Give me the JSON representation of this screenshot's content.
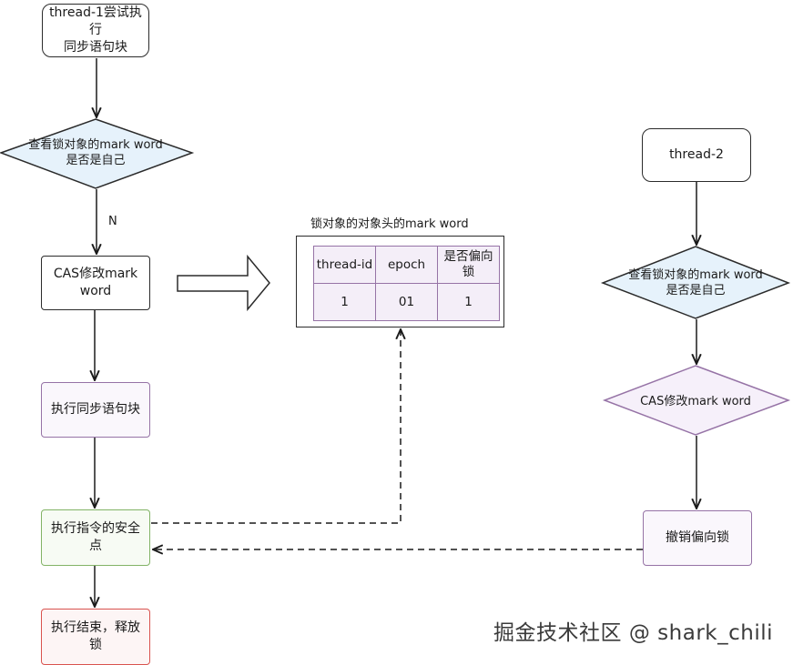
{
  "left_flow": {
    "start": "thread-1尝试执行\n同步语句块",
    "check": "查看锁对象的mark word\n是否是自己",
    "edge_no": "N",
    "cas": "CAS修改mark\nword",
    "exec_sync": "执行同步语句块",
    "safepoint": "执行指令的安全\n点",
    "finish": "执行结束，释放\n锁"
  },
  "mark_word": {
    "title": "锁对象的对象头的mark word",
    "headers": [
      "thread-id",
      "epoch",
      "是否偏向\n锁"
    ],
    "values": [
      "1",
      "01",
      "1"
    ]
  },
  "right_flow": {
    "start": "thread-2",
    "check": "查看锁对象的mark word\n是否是自己",
    "cas": "CAS修改mark word",
    "revoke": "撤销偏向锁"
  },
  "watermark": "掘金技术社区 @ shark_chili",
  "colors": {
    "stroke": "#2b2b2b",
    "purple": "#9673a6",
    "green": "#82b366",
    "red": "#d9534f",
    "diamond_fill": "#e6f2fb"
  }
}
